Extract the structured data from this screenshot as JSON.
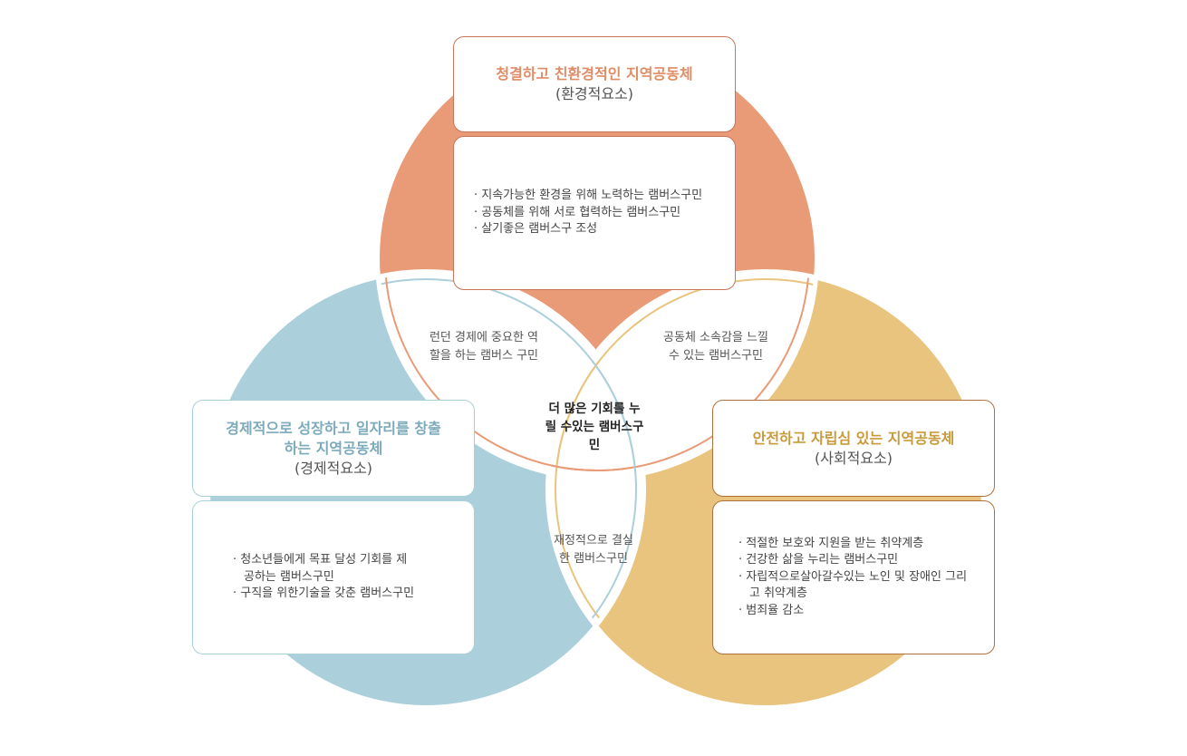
{
  "colors": {
    "environment": "#e89b76",
    "economy": "#abd0dc",
    "society": "#e8c47e"
  },
  "environment": {
    "title": "청결하고 친환경적인 지역공동체",
    "subtitle": "(환경적요소)",
    "items": [
      "· 지속가능한 환경을 위해 노력하는 램버스구민",
      "· 공동체를 위해 서로 협력하는 램버스구민",
      "· 살기좋은 램버스구 조성"
    ]
  },
  "economy": {
    "title": "경제적으로 성장하고 일자리를 창출하는 지역공동체",
    "subtitle": "(경제적요소)",
    "items": [
      "· 청소년들에게 목표 달성 기회를 제공하는 램버스구민",
      "· 구직을 위한기술을 갖춘 램버스구민"
    ]
  },
  "society": {
    "title": "안전하고 자립심 있는 지역공동체",
    "subtitle": "(사회적요소)",
    "items": [
      "· 적절한 보호와 지원을 받는 취약계층",
      "· 건강한 삶을 누리는 램버스구민",
      "· 자립적으로살아갈수있는 노인 및 장애인 그리고 취약계층",
      "· 범죄율 감소"
    ]
  },
  "overlaps": {
    "env_eco": "런던 경제에 중요한 역할을 하는 램버스 구민",
    "env_soc": "공동체 소속감을 느낄 수 있는 램버스구민",
    "eco_soc": "재정적으로 결실한 램버스구민",
    "center": "더 많은 기회를 누릴 수있는 램버스구민"
  }
}
